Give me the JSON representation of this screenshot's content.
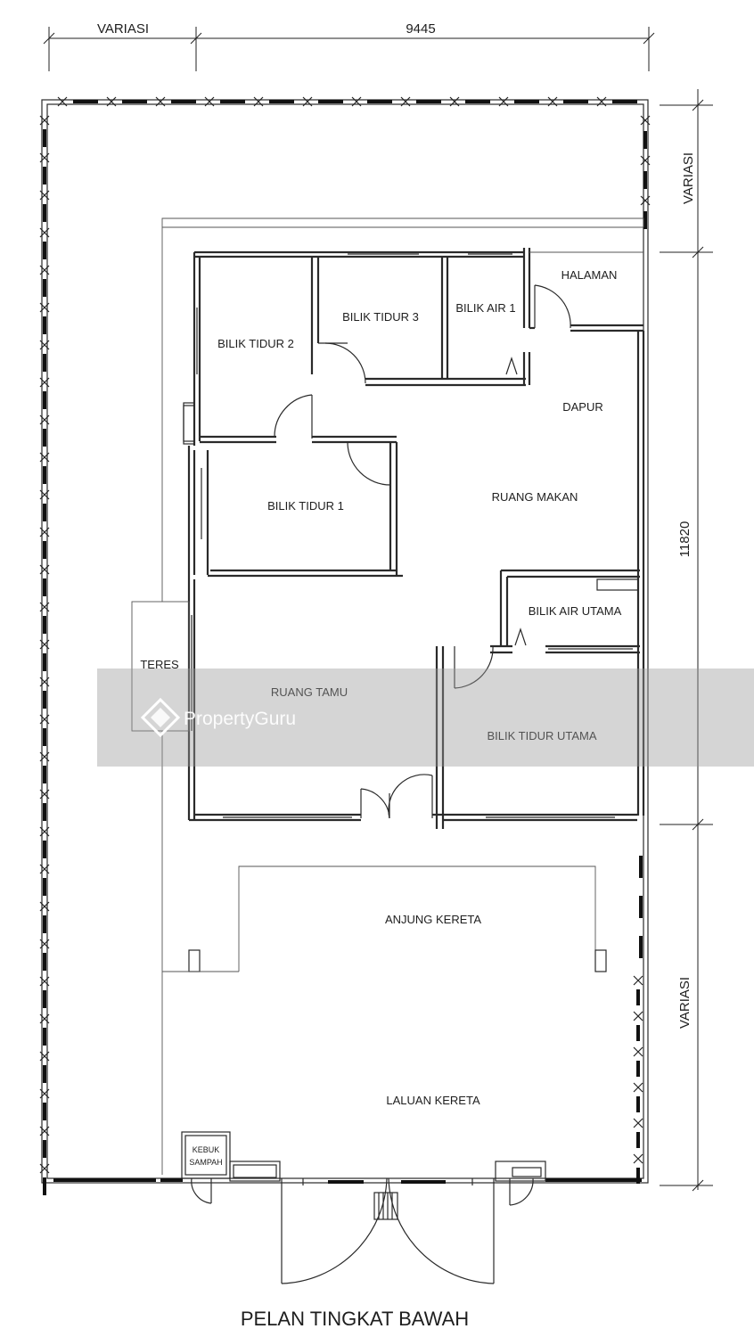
{
  "title": "PELAN TINGKAT BAWAH",
  "dimensions": {
    "top_left": "VARIASI",
    "top_main": "9445",
    "right_top": "VARIASI",
    "right_main": "11820",
    "right_bottom": "VARIASI"
  },
  "rooms": {
    "halaman": "HALAMAN",
    "bilik_tidur_3": "BILIK TIDUR 3",
    "bilik_air_1": "BILIK AIR 1",
    "bilik_tidur_2": "BILIK TIDUR 2",
    "dapur": "DAPUR",
    "ruang_makan": "RUANG MAKAN",
    "bilik_tidur_1": "BILIK TIDUR 1",
    "bilik_air_utama": "BILIK AIR UTAMA",
    "teres": "TERES",
    "ruang_tamu": "RUANG TAMU",
    "bilik_tidur_utama": "BILIK TIDUR UTAMA",
    "anjung_kereta": "ANJUNG KERETA",
    "laluan_kereta": "LALUAN KERETA",
    "kebuk_sampah_1": "KEBUK",
    "kebuk_sampah_2": "SAMPAH"
  },
  "watermark": {
    "text": "PropertyGuru",
    "icon": "propertyguru-logo-icon"
  },
  "colors": {
    "line": "#2a2a2a",
    "background": "#ffffff",
    "watermark_band": "#9a9a9a"
  }
}
